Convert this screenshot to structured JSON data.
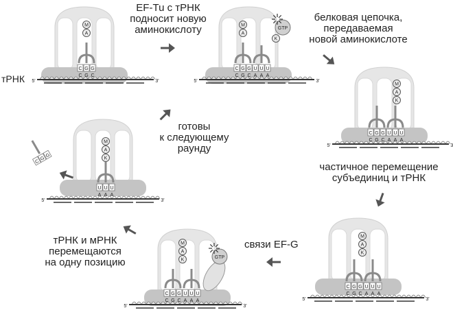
{
  "labels": {
    "trna": "тРНК",
    "prime5": "5'",
    "prime3": "3'",
    "gtp": "GTP"
  },
  "captions": {
    "step1": [
      "EF-Tu с тРНК",
      "подносит новую",
      "аминокислоту"
    ],
    "step2": [
      "белковая цепочка,",
      "передаваемая",
      "новой аминокислоте"
    ],
    "step3": [
      "частичное перемещение",
      "субъединиц и тРНК"
    ],
    "step4": [
      "связи EF-G"
    ],
    "step5": [
      "тРНК и мРНК",
      "перемещаются",
      "на одну позицию"
    ],
    "step6": [
      "готовы",
      "к следующему",
      "раунду"
    ]
  },
  "amino_acids": {
    "p1": [
      "M",
      "A"
    ],
    "p2_left": [
      "M",
      "A"
    ],
    "p2_right": [
      "K"
    ],
    "p3": [
      "M",
      "A",
      "K"
    ],
    "p4": [
      "M",
      "A",
      "K"
    ],
    "p5": [
      "M",
      "A",
      "K"
    ],
    "p6": [
      "M",
      "A",
      "K"
    ]
  },
  "codons": {
    "mrna_left": [
      "C",
      "G",
      "C"
    ],
    "mrna_right": [
      "A",
      "A",
      "A"
    ],
    "anticodon_left": [
      "C",
      "G",
      "G"
    ],
    "anticodon_right": [
      "U",
      "U",
      "U"
    ]
  },
  "colors": {
    "ribosome_light": "#e6e6e6",
    "ribosome_dark": "#c4c4c4",
    "outline": "#555555",
    "trna": "#8a8a8a",
    "caption": "#222222",
    "arrow": "#555555"
  }
}
